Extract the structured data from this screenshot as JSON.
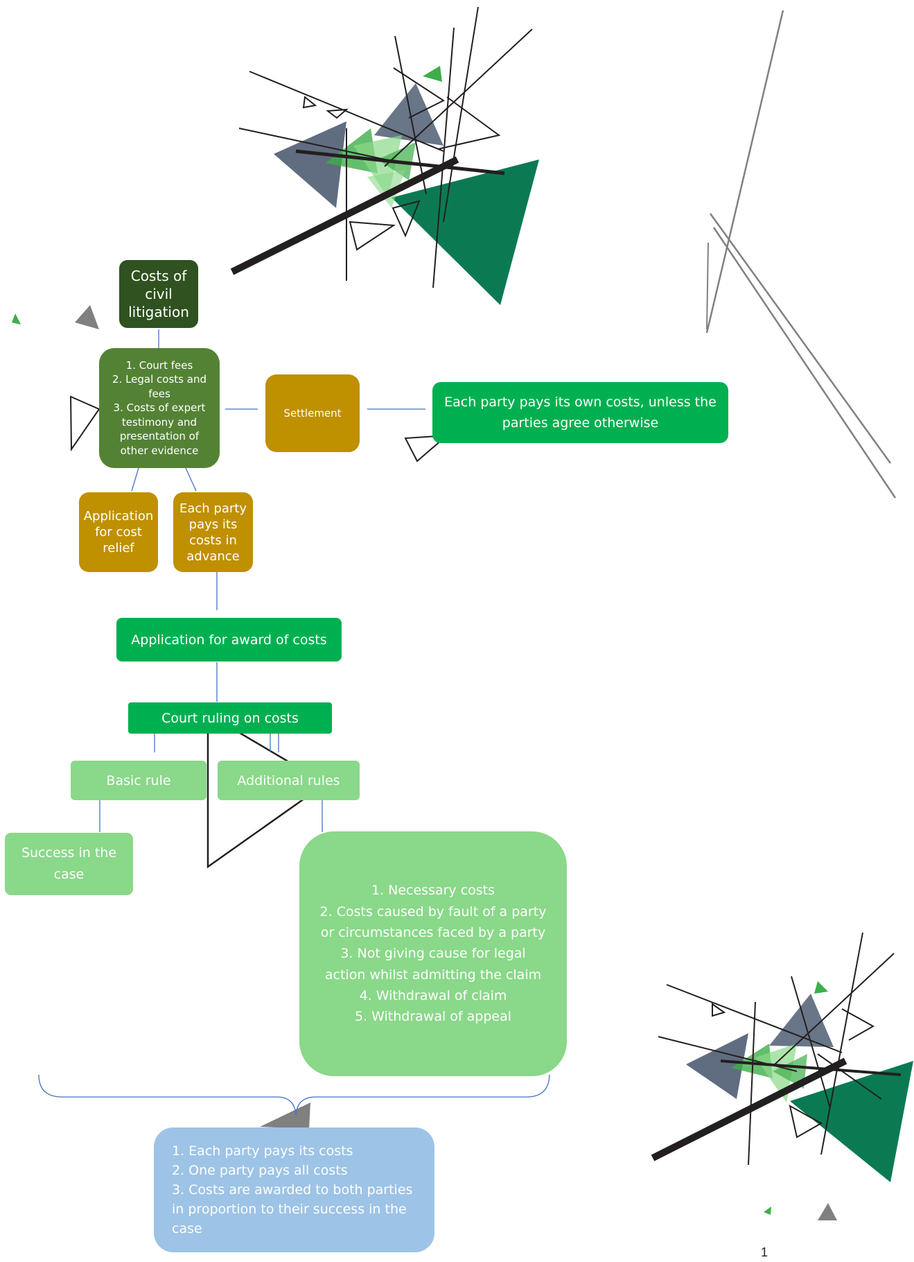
{
  "colors": {
    "dark_green": "#2f5220",
    "olive_green": "#548235",
    "gold": "#bf9000",
    "bright_green": "#00b050",
    "light_green": "#8ad889",
    "light_blue": "#9dc3e6",
    "connector": "#4472c4",
    "deco_dark": "#231f20",
    "deco_teal": "#0b7a53",
    "deco_slate": "#44546a",
    "deco_green": "#3dae49",
    "deco_gray": "#808080"
  },
  "nodes": {
    "root": "Costs of\ncivil\nlitigation",
    "cost_types": "1. Court fees\n2. Legal costs and\nfees\n3. Costs of expert\ntestimony and\npresentation of\nother evidence",
    "settlement": "Settlement",
    "settlement_outcome": "Each party pays its own costs, unless the\nparties agree otherwise",
    "cost_relief": "Application\nfor cost\nrelief",
    "advance": "Each party\npays its\ncosts in\nadvance",
    "award_application": "Application for award of costs",
    "court_ruling": "Court ruling on costs",
    "basic_rule": "Basic rule",
    "additional_rules": "Additional rules",
    "success": "Success in the\ncase",
    "additional_list": "1. Necessary costs\n2. Costs caused by fault of a party\nor circumstances faced by a party\n3. Not giving cause for legal\naction whilst admitting the claim\n4. Withdrawal of claim\n5. Withdrawal of appeal",
    "outcomes": "1. Each party pays its costs\n2. One party pays all costs\n3. Costs are awarded to both parties\nin proportion to their success in the\ncase"
  },
  "page_number": "1"
}
